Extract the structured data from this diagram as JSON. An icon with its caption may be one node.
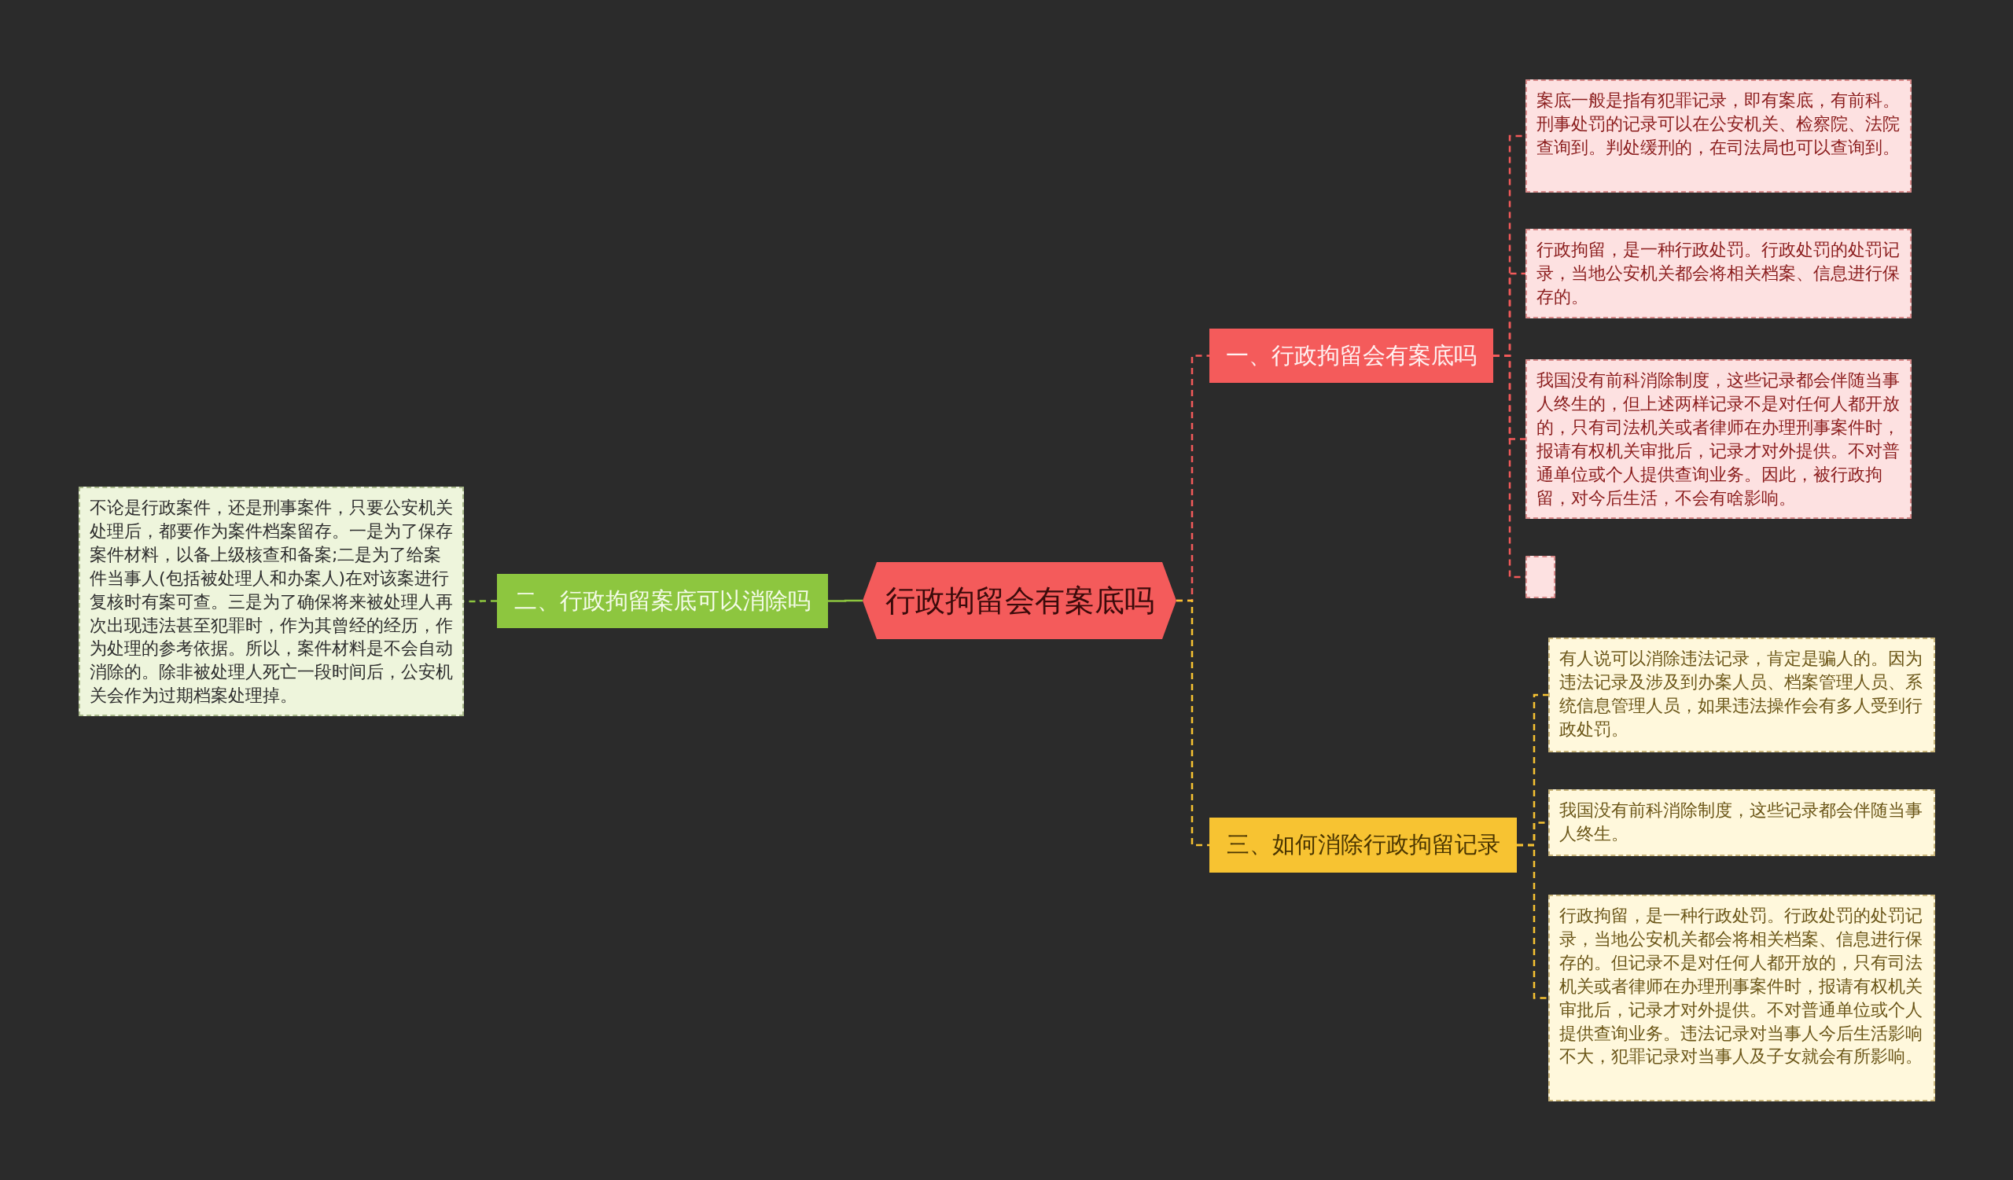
{
  "diagram": {
    "nodes": [
      {
        "text": [
          "行政拘留会有案底吗"
        ]
      },
      {
        "text": [
          "一、行政拘留会有案底吗"
        ]
      },
      {
        "text": [
          "案底一般是指有犯罪记录，即有案底，有前科。刑事处罚的记录可以在公安机关、检察院、法院查询到。判处缓刑的，在司法局也可以查询到。"
        ]
      },
      {
        "text": [
          "行政拘留，是一种行政处罚。行政处罚的处罚记录，当地公安机关都会将相关档案、信息进行保存的。"
        ]
      },
      {
        "text": [
          "我国没有前科消除制度，这些记录都会伴随当事人终生的，但上述两样记录不是对任何人都开放的，只有司法机关或者律师在办理刑事案件时，报请有权机关审批后，记录才对外提供。不对普通单位或个人提供查询业务。因此，被行政拘留，对今后生活，不会有啥影响。"
        ]
      },
      {
        "text": [],
        "shape": "box"
      },
      {
        "text": [
          "二、行政拘留案底可以消除吗"
        ]
      },
      {
        "text": [
          "不论是行政案件，还是刑事案件，只要公安机关处理后，都要作为案件档案留存。一是为了保存案件材料，以备上级核查和备案;二是为了给案件当事人(包括被处理人和办案人)在对该案进行复核时有案可查。三是为了确保将来被处理人再次出现违法甚至犯罪时，作为其曾经的经历，作为处理的参考依据。所以，案件材料是不会自动消除的。除非被处理人死亡一段时间后，公安机关会作为过期档案处理掉。"
        ]
      },
      {
        "text": [
          "三、如何消除行政拘留记录"
        ]
      },
      {
        "text": [
          "有人说可以消除违法记录，肯定是骗人的。因为违法记录及涉及到办案人员、档案管理人员、系统信息管理人员，如果违法操作会有多人受到行政处罚。"
        ]
      },
      {
        "text": [
          "我国没有前科消除制度，这些记录都会伴随当事人终生。"
        ]
      },
      {
        "text": [
          "行政拘留，是一种行政处罚。行政处罚的处罚记录，当地公安机关都会将相关档案、信息进行保存的。但记录不是对任何人都开放的，只有司法机关或者律师在办理刑事案件时，报请有权机关审批后，记录才对外提供。不对普通单位或个人提供查询业务。违法记录对当事人今后生活影响不大，犯罪记录对当事人及子女就会有所影响。"
        ]
      }
    ],
    "edges": [
      {
        "from": 0,
        "to": 1,
        "arrow": "none",
        "style": "dashed",
        "color": "#f25a5a"
      },
      {
        "from": 1,
        "to": 2,
        "arrow": "none",
        "style": "dashed",
        "color": "#f25a5a"
      },
      {
        "from": 1,
        "to": 3,
        "arrow": "none",
        "style": "dashed",
        "color": "#f25a5a"
      },
      {
        "from": 1,
        "to": 4,
        "arrow": "none",
        "style": "dashed",
        "color": "#f25a5a"
      },
      {
        "from": 1,
        "to": 5,
        "arrow": "none",
        "style": "dashed",
        "color": "#f25a5a"
      },
      {
        "from": 0,
        "to": 6,
        "arrow": "none",
        "color": "#8dc63f"
      },
      {
        "from": 6,
        "to": 7,
        "arrow": "none",
        "style": "dashed",
        "color": "#8dc63f"
      },
      {
        "from": 0,
        "to": 8,
        "arrow": "none",
        "style": "dashed",
        "color": "#f7c332"
      },
      {
        "from": 8,
        "to": 9,
        "arrow": "none",
        "style": "dashed",
        "color": "#f7c332"
      },
      {
        "from": 8,
        "to": 10,
        "arrow": "none",
        "style": "dashed",
        "color": "#f7c332"
      },
      {
        "from": 8,
        "to": 11,
        "arrow": "none",
        "style": "dashed",
        "color": "#f7c332"
      }
    ]
  }
}
